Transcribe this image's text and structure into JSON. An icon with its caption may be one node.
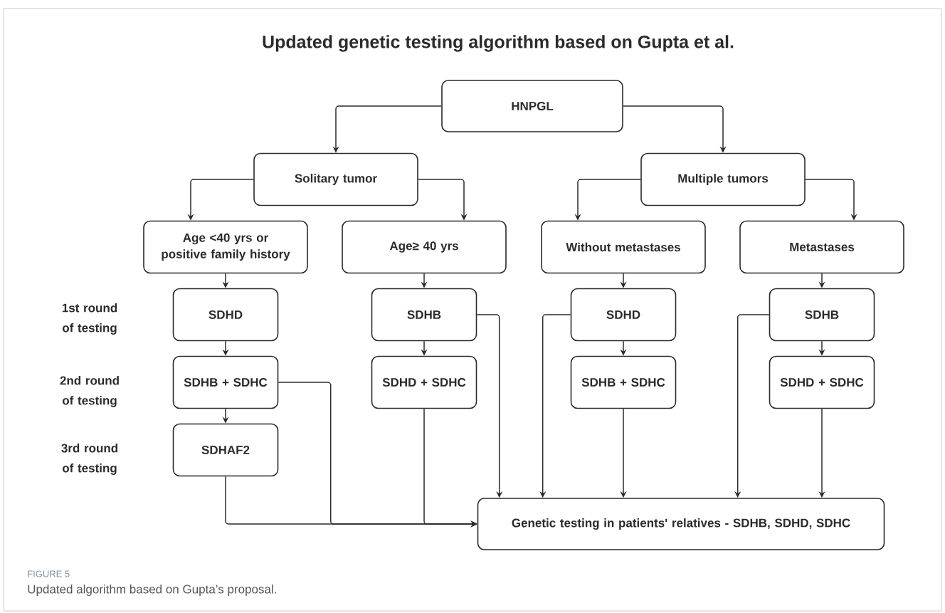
{
  "diagram": {
    "title": "Updated genetic testing algorithm based on Gupta et al.",
    "caption": "Updated algorithm based on Gupta’s proposal.",
    "nodes": [
      {
        "text": [
          "HNPGL"
        ]
      },
      {
        "text": [
          "Solitary tumor"
        ]
      },
      {
        "text": [
          "Multiple tumors"
        ]
      },
      {
        "text": [
          "Age <40 yrs or positive family history"
        ]
      },
      {
        "text": [
          "Age≥ 40 yrs"
        ]
      },
      {
        "text": [
          "Without metastases"
        ]
      },
      {
        "text": [
          "Metastases"
        ]
      },
      {
        "text": [
          "SDHD"
        ]
      },
      {
        "text": [
          "SDHB"
        ]
      },
      {
        "text": [
          "SDHD"
        ]
      },
      {
        "text": [
          "SDHB"
        ]
      },
      {
        "text": [
          "SDHB + SDHC"
        ]
      },
      {
        "text": [
          "SDHD + SDHC"
        ]
      },
      {
        "text": [
          "SDHB + SDHC"
        ]
      },
      {
        "text": [
          "SDHD + SDHC"
        ]
      },
      {
        "text": [
          "SDHAF2"
        ]
      },
      {
        "text": [
          "Genetic testing in patients' relatives - SDHB, SDHD, SDHC"
        ]
      }
    ],
    "edges": [
      {
        "from": 0,
        "to": 1,
        "arrow": "to"
      },
      {
        "from": 0,
        "to": 2,
        "arrow": "to"
      },
      {
        "from": 1,
        "to": 3,
        "arrow": "to"
      },
      {
        "from": 1,
        "to": 4,
        "arrow": "to"
      },
      {
        "from": 2,
        "to": 5,
        "arrow": "to"
      },
      {
        "from": 2,
        "to": 6,
        "arrow": "to"
      },
      {
        "from": 3,
        "to": 7,
        "arrow": "to"
      },
      {
        "from": 4,
        "to": 8,
        "arrow": "to"
      },
      {
        "from": 5,
        "to": 9,
        "arrow": "to"
      },
      {
        "from": 6,
        "to": 10,
        "arrow": "to"
      },
      {
        "from": 7,
        "to": 11,
        "arrow": "to"
      },
      {
        "from": 8,
        "to": 12,
        "arrow": "to"
      },
      {
        "from": 9,
        "to": 13,
        "arrow": "to"
      },
      {
        "from": 10,
        "to": 14,
        "arrow": "to"
      },
      {
        "from": 11,
        "to": 15,
        "arrow": "to"
      },
      {
        "from": 15,
        "to": 16,
        "arrow": "to"
      },
      {
        "from": 11,
        "to": 16,
        "arrow": "to"
      },
      {
        "from": 12,
        "to": 16,
        "arrow": "to"
      },
      {
        "from": 8,
        "to": 16,
        "arrow": "to"
      },
      {
        "from": 9,
        "to": 16,
        "arrow": "to"
      },
      {
        "from": 13,
        "to": 16,
        "arrow": "to"
      },
      {
        "from": 10,
        "to": 16,
        "arrow": "to"
      },
      {
        "from": 14,
        "to": 16,
        "arrow": "to"
      }
    ],
    "labels": [
      "1st round of testing",
      "2nd round of testing",
      "3rd round of testing",
      "FIGURE 5"
    ]
  }
}
